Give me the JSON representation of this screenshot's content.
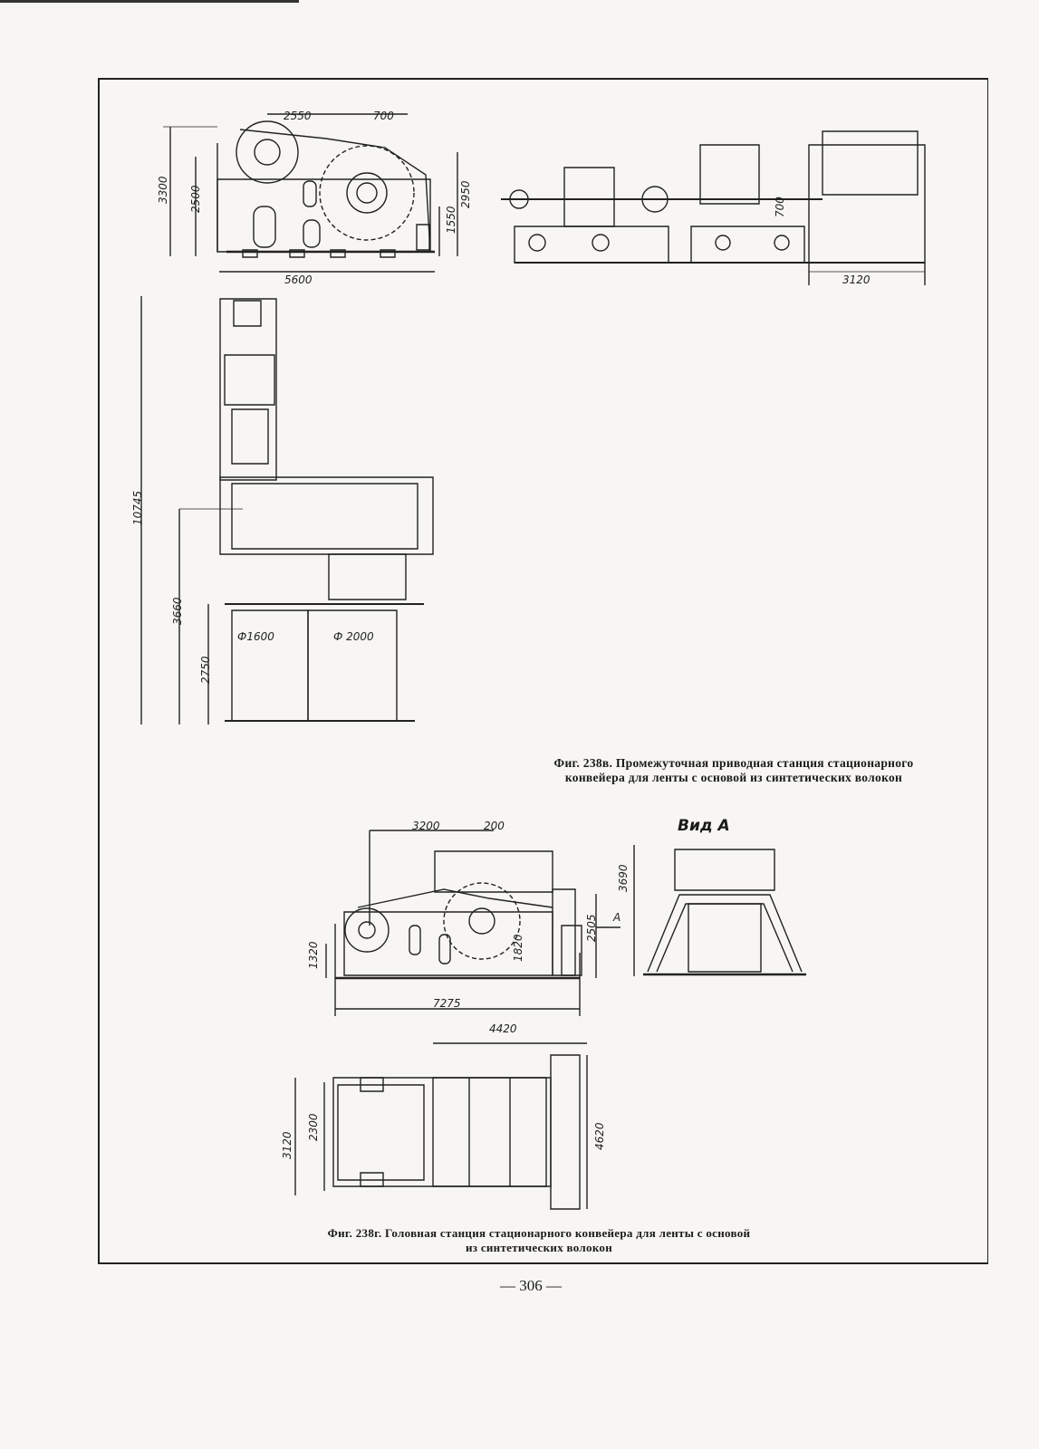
{
  "page": {
    "number": "— 306 —"
  },
  "figure_v": {
    "caption_line1": "Фиг. 238в. Промежуточная приводная станция стационарного",
    "caption_line2": "конвейера для ленты с основой из синтетических волокон",
    "dims": {
      "d2550": "2550",
      "d700a": "700",
      "d3300": "3300",
      "d2500": "2500",
      "d2950": "2950",
      "d1550": "1550",
      "d5600": "5600",
      "d700b": "700",
      "d3120": "3120",
      "d10745": "10745",
      "d3660": "3660",
      "d2750": "2750",
      "phi1600": "Ф1600",
      "phi2000": "Ф 2000"
    }
  },
  "figure_g": {
    "caption_line1": "Фиг. 238г. Головная станция стационарного конвейера для ленты с основой",
    "caption_line2": "из синтетических волокон",
    "view_label": "Вид А",
    "arrow_label": "А",
    "dims": {
      "d3200": "3200",
      "d200": "200",
      "d1320": "1320",
      "d1820": "1820",
      "d2505": "2505",
      "d7275": "7275",
      "d3690": "3690",
      "d4420": "4420",
      "d3120": "3120",
      "d2300": "2300",
      "d4620": "4620"
    }
  }
}
